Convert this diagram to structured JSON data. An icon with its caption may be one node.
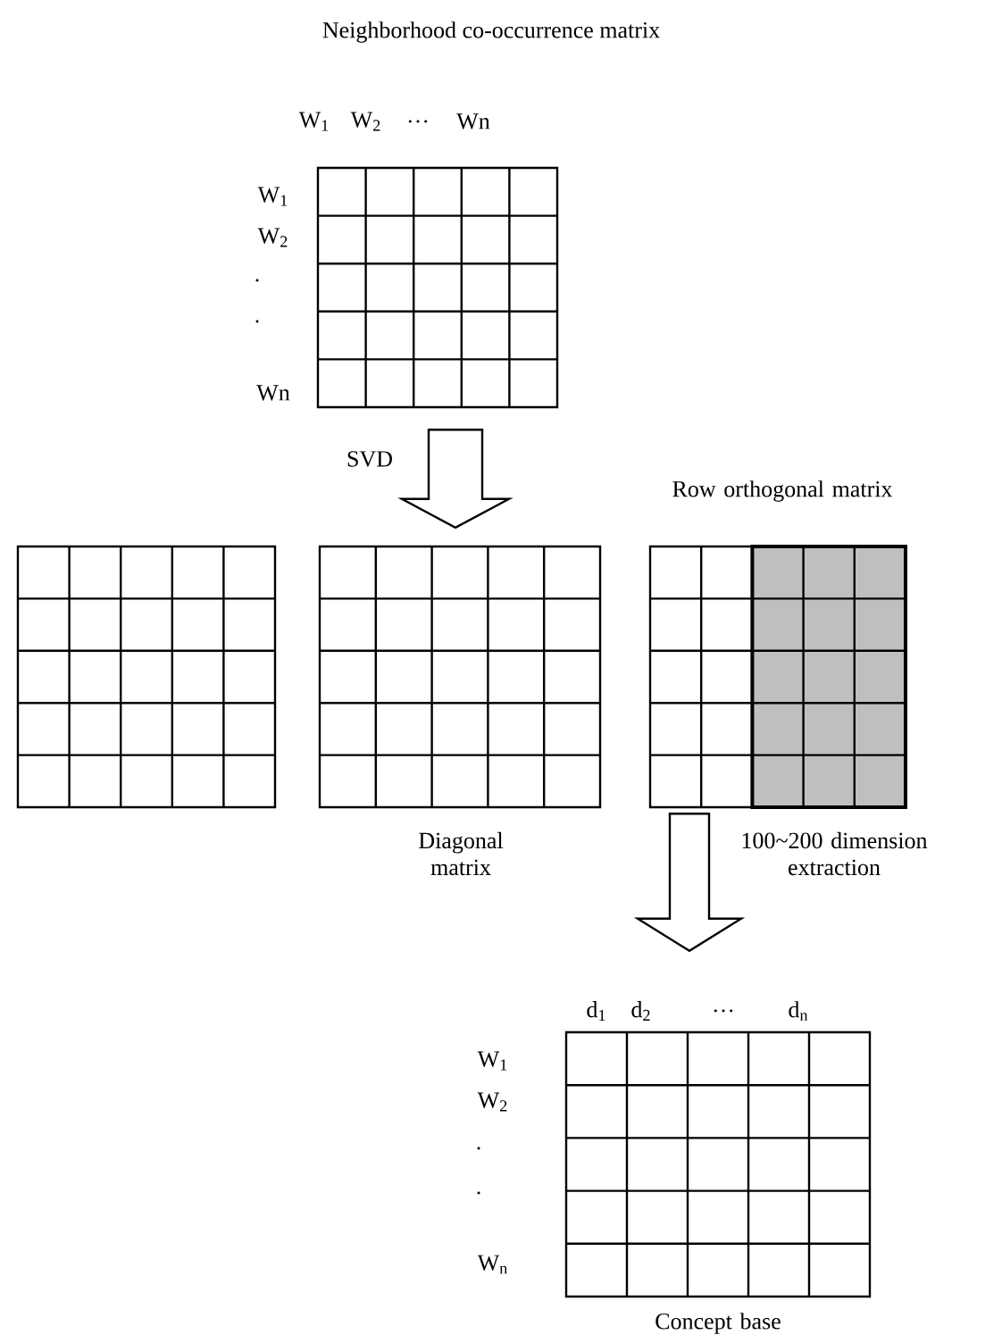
{
  "diagram": {
    "title": "Neighborhood co-occurrence matrix",
    "nodes": [
      {
        "text": [],
        "shape": "grid"
      },
      {
        "text": [],
        "shape": "grid"
      },
      {
        "text": [],
        "shape": "grid",
        "beside": [
          "Diagonal matrix"
        ]
      },
      {
        "text": [],
        "shape": "grid",
        "beside": [
          "Row orthogonal matrix"
        ]
      },
      {
        "text": [],
        "shape": "grid",
        "beside": [
          "Concept base"
        ]
      }
    ],
    "edges": [
      {
        "from": 0,
        "to": 2,
        "arrow": "to",
        "label": "SVD"
      },
      {
        "from": 3,
        "to": 4,
        "arrow": "to",
        "label": "100~200 dimension extraction"
      }
    ],
    "labels": [
      "W$_{1}$",
      "W$_{2}$",
      "…",
      "Wn",
      "W$_{1}$",
      "W$_{2}$",
      ".",
      ".",
      "Wn",
      "d$_{1}$",
      "d$_{2}$",
      "…",
      "d$_{n}$",
      "W$_{1}$",
      "W$_{2}$",
      ".",
      ".",
      "W$_{n}$"
    ]
  }
}
